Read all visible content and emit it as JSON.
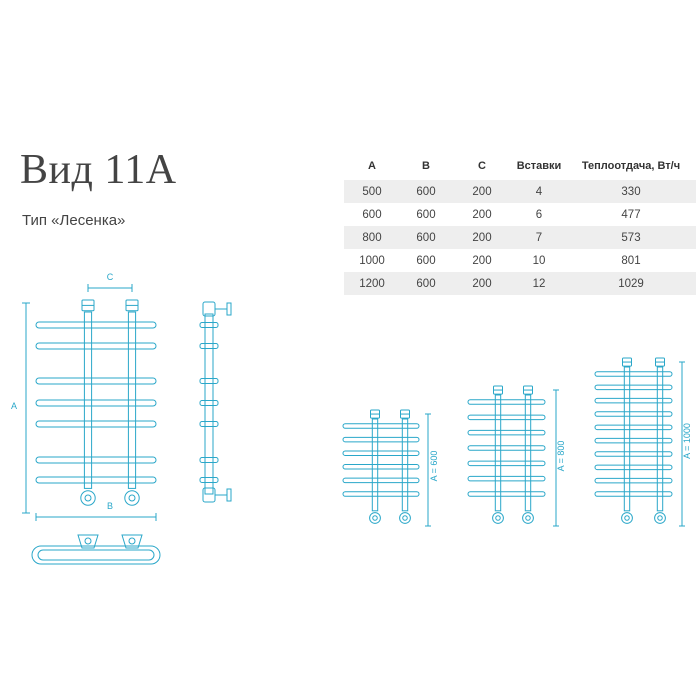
{
  "header": {
    "title": "Вид 11А",
    "subtitle": "Тип «Лесенка»"
  },
  "table": {
    "columns": [
      "A",
      "B",
      "C",
      "Вставки",
      "Теплоотдача, Вт/ч"
    ],
    "rows": [
      [
        "500",
        "600",
        "200",
        "4",
        "330"
      ],
      [
        "600",
        "600",
        "200",
        "6",
        "477"
      ],
      [
        "800",
        "600",
        "200",
        "7",
        "573"
      ],
      [
        "1000",
        "600",
        "200",
        "10",
        "801"
      ],
      [
        "1200",
        "600",
        "200",
        "12",
        "1029"
      ]
    ]
  },
  "dimensions": {
    "label_a": "A",
    "label_b": "B",
    "label_c": "C",
    "variant_600": "A = 600",
    "variant_800": "A = 800",
    "variant_1000": "A = 1000"
  },
  "colors": {
    "outline": "#2aa7c9",
    "text": "#444444",
    "row_shade": "#eeeeee"
  }
}
